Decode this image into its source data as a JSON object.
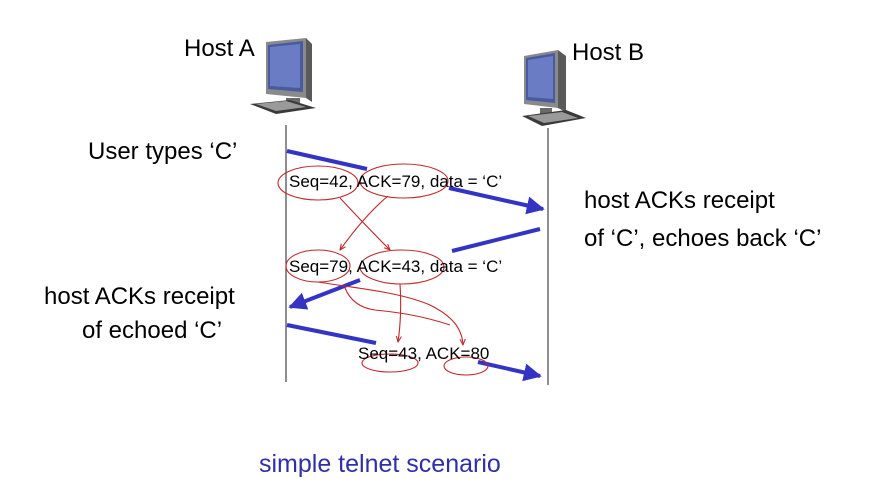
{
  "hosts": {
    "a": {
      "label": "Host A"
    },
    "b": {
      "label": "Host B"
    }
  },
  "events": {
    "user_types": "User types ‘C’",
    "b_ack_line1": "host ACKs receipt",
    "b_ack_line2": "of ‘C’, echoes back ‘C’",
    "a_ack_line1": "host ACKs receipt",
    "a_ack_line2": "of echoed ‘C’"
  },
  "segments": [
    {
      "label": "Seq=42, ACK=79, data = ‘C’",
      "direction": "A-to-B"
    },
    {
      "label": "Seq=79, ACK=43, data = ‘C’",
      "direction": "B-to-A"
    },
    {
      "label": "Seq=43, ACK=80",
      "direction": "A-to-B"
    }
  ],
  "caption": "simple telnet scenario",
  "colors": {
    "arrow": "#3434c4",
    "annotation": "#c0282c",
    "caption": "#2f2fa8",
    "timeline": "#444444"
  }
}
